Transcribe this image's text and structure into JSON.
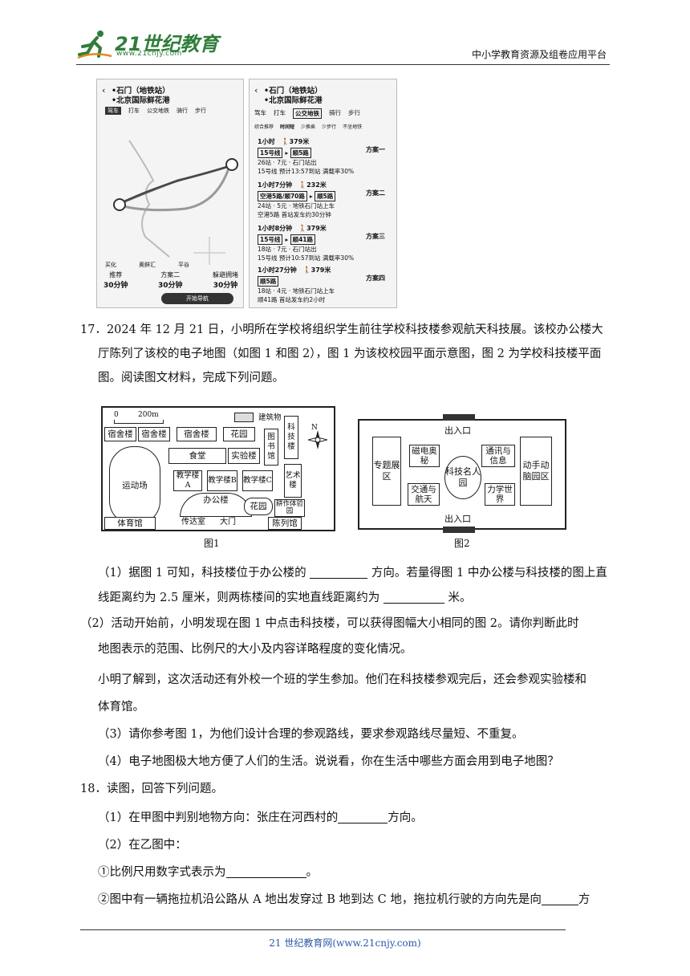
{
  "header": {
    "logo_text": "21世纪教育",
    "logo_url": "www.21cnjy.com",
    "platform": "中小学教育资源及组卷应用平台"
  },
  "phone_a": {
    "origin": "•石门（地铁站）",
    "destination": "•北京国际鲜花港",
    "tabs": [
      "驾车",
      "打车",
      "公交地铁",
      "骑行",
      "步行"
    ],
    "labels": [
      "买化",
      "奥鲜汇",
      "平谷"
    ],
    "routes": [
      {
        "label": "推荐",
        "time": "30分钟"
      },
      {
        "label": "方案二",
        "time": "30分钟"
      },
      {
        "label": "躲避拥堵",
        "time": "30分钟"
      }
    ],
    "start_button": "开始导航"
  },
  "phone_b": {
    "origin": "•石门（地铁站）",
    "destination": "•北京国际鲜花港",
    "tabs": [
      "驾车",
      "打车",
      "公交地铁",
      "骑行",
      "步行"
    ],
    "subtabs": [
      "综合推荐",
      "时间短",
      "少换乘",
      "少步行",
      "不坐地铁"
    ],
    "plans": [
      {
        "time": "1小时",
        "walk": "379米",
        "lines": [
          "15号线",
          "顺5路"
        ],
        "detail": "26站 · 7元 · 石门站出",
        "extra": "15号线 预计13:57到站 满载率30%",
        "name": "方案一"
      },
      {
        "time": "1小时7分钟",
        "walk": "232米",
        "lines": [
          "空港5路/顺70路",
          "顺5路"
        ],
        "detail": "24站 · 5元 · 地铁石门站上车",
        "extra": "空港5路 首站发车约30分钟",
        "name": "方案二"
      },
      {
        "time": "1小时8分钟",
        "walk": "379米",
        "lines": [
          "15号线",
          "顺41路"
        ],
        "detail": "18站 · 7元 · 石门站出",
        "extra": "15号线 预计10:57到站 满载率30%",
        "name": "方案三"
      },
      {
        "time": "1小时27分钟",
        "walk": "379米",
        "lines": [
          "顺5路"
        ],
        "detail": "18站 · 4元 · 地铁石门站上车",
        "extra": "顺41路 首站发车约2小时",
        "name": "方案四"
      }
    ]
  },
  "q17": {
    "intro_line1": "17．2024 年 12 月 21 日，小明所在学校将组织学生前往学校科技楼参观航天科技展。该校办公楼大",
    "intro_line2": "厅陈列了该校的电子地图（如图 1 和图 2），图 1 为该校校园平面示意图，图 2 为学校科技楼平面",
    "intro_line3": "图。阅读图文材料，完成下列问题。",
    "sub1_a": "（1）据图 1 可知，科技楼位于办公楼的",
    "sub1_b": "方向。若量得图 1 中办公楼与科技楼的图上直",
    "sub1_c": "线距离约为 2.5 厘米，则两栋楼间的实地直线距离约为",
    "sub1_d": "米。",
    "sub2_line1": "（2）活动开始前，小明发现在图 1 中点击科技楼，可以获得图幅大小相同的图 2。请你判断此时",
    "sub2_line2": "地图表示的范围、比例尺的大小及内容详略程度的变化情况。",
    "note_line1": "小明了解到，这次活动还有外校一个班的学生参加。他们在科技楼参观完后，还会参观实验楼和",
    "note_line2": "体育馆。",
    "sub3": "（3）请你参考图 1，为他们设计合理的参观路线，要求参观路线尽量短、不重复。",
    "sub4": "（4）电子地图极大地方便了人们的生活。说说看，你在生活中哪些方面会用到电子地图？"
  },
  "fig1": {
    "caption": "图1",
    "scale_zero": "0",
    "scale_dist": "200m",
    "legend": "建筑物",
    "north": "N",
    "buildings": {
      "dorm1": "宿舍楼",
      "dorm2": "宿舍楼",
      "dorm3": "宿舍楼",
      "garden_top": "花园",
      "library": "图书馆",
      "science": "科技楼",
      "playground": "运动场",
      "canteen": "食堂",
      "lab": "实验楼",
      "art": "艺术楼",
      "teachA": "教学楼A",
      "teachB": "教学楼B",
      "teachC": "教学楼C",
      "office": "办公楼",
      "garden_mid": "花园",
      "farm": "耕作体验园",
      "gym": "体育馆",
      "guard": "传达室",
      "gate": "大门",
      "exhibit": "陈列馆"
    }
  },
  "fig2": {
    "caption": "图2",
    "entrance_top": "出入口",
    "entrance_bottom": "出入口",
    "zones": {
      "topic": "专题展区",
      "magnet": "磁电奥秘",
      "comm": "通讯与信息",
      "hands": "动手动脑园区",
      "famous": "科技名人园",
      "transport": "交通与航天",
      "mechanics": "力学世界"
    }
  },
  "q18": {
    "intro": "18．读图，回答下列问题。",
    "sub1_a": "（1）在甲图中判别地物方向：张庄在河西村的",
    "sub1_b": "方向。",
    "sub2": "（2）在乙图中：",
    "item1_a": "①比例尺用数字式表示为",
    "item1_b": "。",
    "item2": "②图中有一辆拖拉机沿公路从 A 地出发穿过 B 地到达 C 地，拖拉机行驶的方向先是向",
    "item2_end": "方"
  },
  "footer": {
    "text": "21 世纪教育网(www.21cnjy.com)"
  }
}
